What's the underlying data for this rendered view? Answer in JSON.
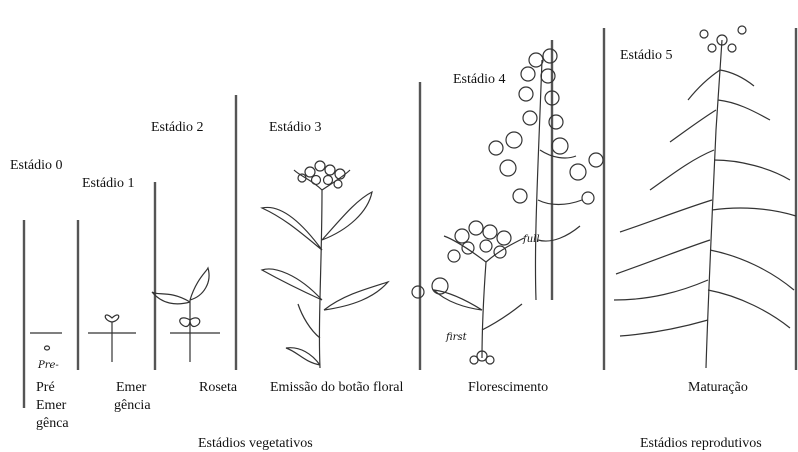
{
  "diagram": {
    "stage_titles": [
      "Estádio 0",
      "Estádio 1",
      "Estádio 2",
      "Estádio 3",
      "Estádio 4",
      "Estádio 5"
    ],
    "stage_names": {
      "pre_emergence": [
        "Pré",
        "Emer",
        "gênca"
      ],
      "emergence": [
        "Emer",
        "gência"
      ],
      "rosette": "Roseta",
      "bud": "Emissão do botão floral",
      "flowering": "Florescimento",
      "maturation": "Maturação"
    },
    "phase_labels": {
      "vegetative": "Estádios vegetativos",
      "reproductive": "Estádios reprodutivos"
    },
    "sketch_annotations": {
      "seed_label": "Pre-",
      "first_label": "first",
      "full_label": "full"
    },
    "colors": {
      "ink": "#111111",
      "bar": "#555555",
      "ground": "#333333"
    }
  }
}
